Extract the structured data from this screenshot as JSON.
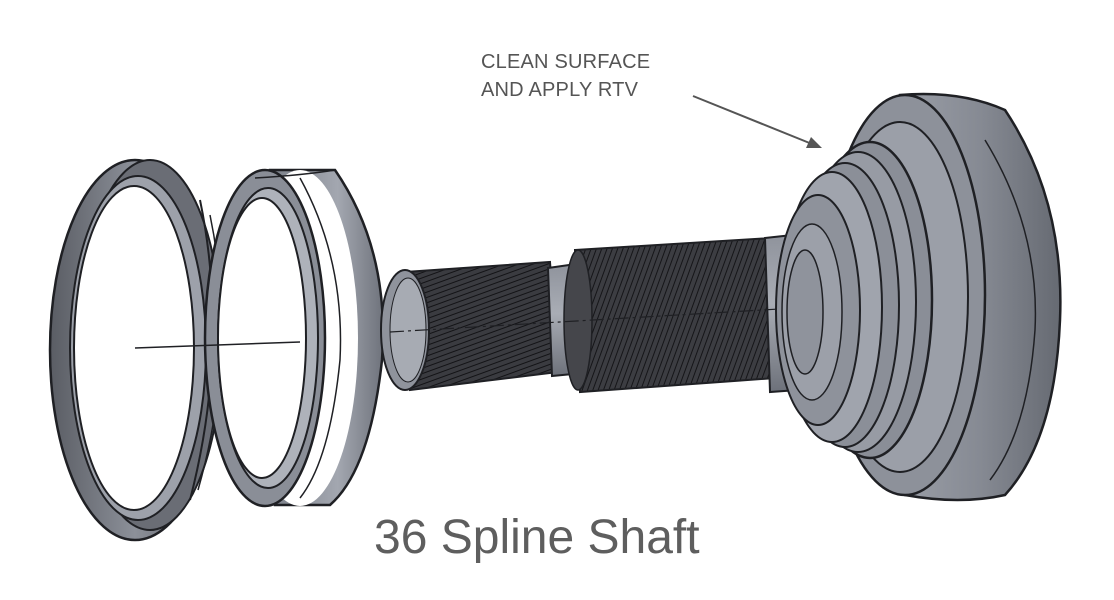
{
  "diagram": {
    "title": "36 Spline Shaft",
    "callout": {
      "line1": "CLEAN SURFACE",
      "line2": "AND APPLY RTV"
    },
    "parts": [
      "seal-ring",
      "bearing-cup",
      "spline-shaft",
      "flange-hub"
    ],
    "colors": {
      "metal_light": "#9ea2ac",
      "metal_mid": "#7d828c",
      "metal_dark": "#4a4d54",
      "outline": "#1f2024",
      "spline": "#2a2b2f",
      "text": "#5e5e5e"
    }
  }
}
